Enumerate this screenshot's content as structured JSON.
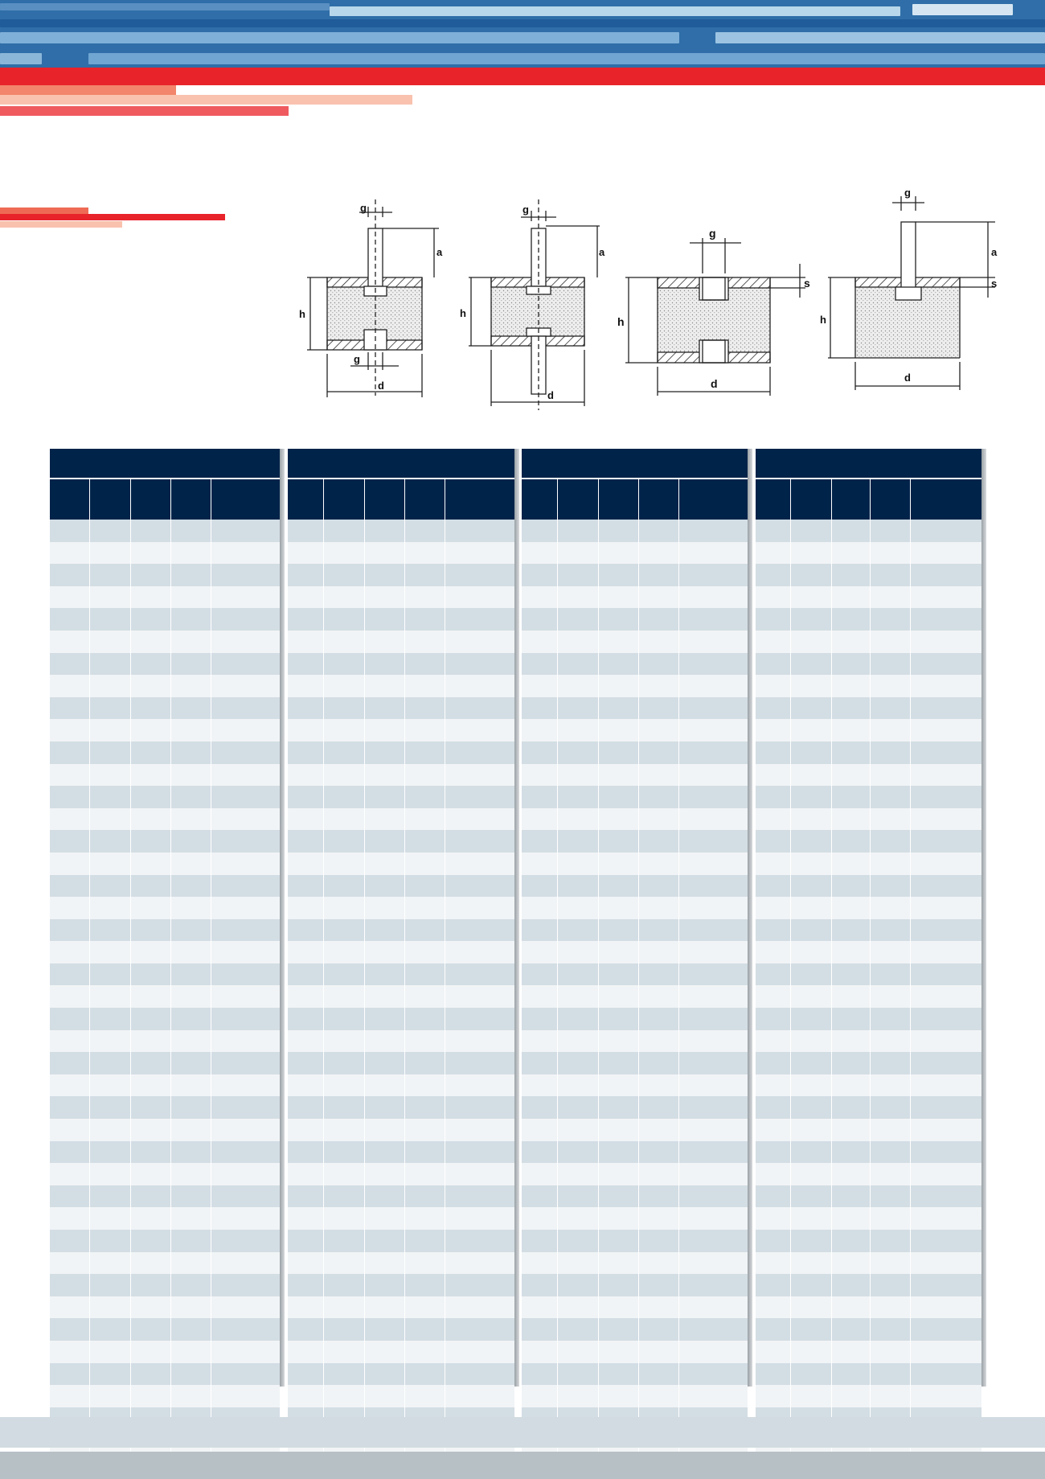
{
  "colors": {
    "header_blue": "#2f6ea8",
    "brand_red": "#e8232a",
    "table_header": "#00234a",
    "row_dark": "#d3dde4",
    "row_light": "#f1f4f6",
    "footer_light": "#d1dbe1",
    "footer_dark": "#b6c0c5"
  },
  "drawings": [
    {
      "labels": {
        "g_top": "g",
        "a": "a",
        "h": "h",
        "g_bottom": "g",
        "d": "d"
      }
    },
    {
      "labels": {
        "g": "g",
        "a": "a",
        "h": "h",
        "d": "d"
      }
    },
    {
      "labels": {
        "g": "g",
        "s": "s",
        "h": "h",
        "d": "d"
      }
    },
    {
      "labels": {
        "g": "g",
        "a": "a",
        "s": "s",
        "h": "h",
        "d": "d"
      }
    }
  ],
  "tables": [
    {
      "columns": [
        "",
        "",
        "",
        "",
        ""
      ],
      "rows": 42
    },
    {
      "columns": [
        "",
        "",
        "",
        "",
        ""
      ],
      "rows": 42
    },
    {
      "columns": [
        "",
        "",
        "",
        "",
        ""
      ],
      "rows": 42
    },
    {
      "columns": [
        "",
        "",
        "",
        "",
        ""
      ],
      "rows": 42
    }
  ]
}
